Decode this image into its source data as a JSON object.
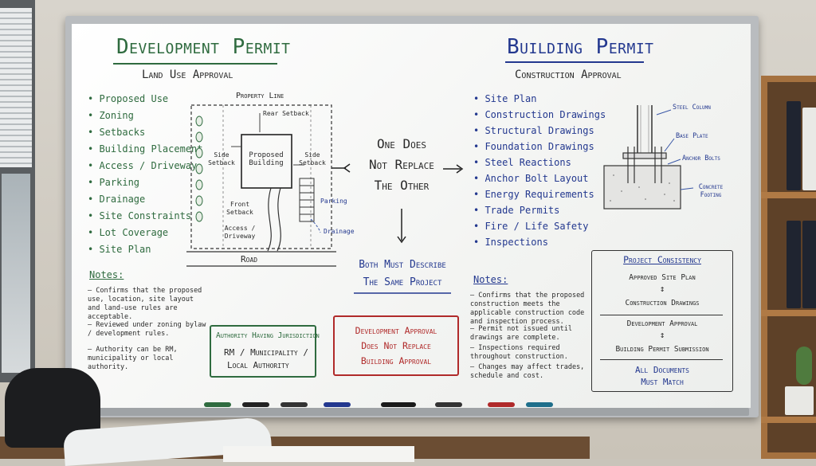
{
  "left": {
    "title": "Development Permit",
    "subtitle": "Land Use Approval",
    "items": [
      "Proposed Use",
      "Zoning",
      "Setbacks",
      "Building Placement",
      "Access / Driveway",
      "Parking",
      "Drainage",
      "Site Constraints",
      "Lot Coverage",
      "Site Plan"
    ],
    "notes_title": "Notes:",
    "notes": [
      "Confirms that the proposed use, location, site layout and land-use rules are acceptable.",
      "Reviewed under zoning bylaw / development rules.",
      "Authority can be RM, municipality or local authority."
    ],
    "site": {
      "property_line": "Property Line",
      "rear": "Rear Setback",
      "side_left": "Side Setback",
      "side_right": "Side Setback",
      "building": "Proposed Building",
      "front": "Front Setback",
      "access": "Access / Driveway",
      "parking": "Parking",
      "drainage": "Drainage",
      "road": "Road"
    },
    "ahj_title": "Authority Having Jurisdiction",
    "ahj_line1": "RM / Municipality /",
    "ahj_line2": "Local Authority"
  },
  "center": {
    "line1": "One Does",
    "line2": "Not Replace",
    "line3": "The Other",
    "both1": "Both Must Describe",
    "both2": "The Same Project",
    "red1": "Development Approval",
    "red2": "Does Not Replace",
    "red3": "Building Approval"
  },
  "right": {
    "title": "Building Permit",
    "subtitle": "Construction Approval",
    "items": [
      "Site Plan",
      "Construction Drawings",
      "Structural Drawings",
      "Foundation Drawings",
      "Steel Reactions",
      "Anchor Bolt Layout",
      "Energy Requirements",
      "Trade Permits",
      "Fire / Life Safety",
      "Inspections"
    ],
    "notes_title": "Notes:",
    "notes": [
      "Confirms that the proposed construction meets the applicable construction code and inspection process.",
      "Permit not issued until drawings are complete.",
      "Inspections required throughout construction.",
      "Changes may affect trades, schedule and cost."
    ],
    "detail": {
      "steel_column": "Steel Column",
      "base_plate": "Base Plate",
      "anchor_bolts": "Anchor Bolts",
      "concrete1": "Concrete",
      "concrete2": "Footing"
    },
    "consistency": {
      "title": "Project Consistency",
      "a": "Approved Site Plan",
      "b": "Construction Drawings",
      "c": "Development Approval",
      "d": "Building Permit Submission",
      "e1": "All Documents",
      "e2": "Must Match"
    }
  },
  "colors": {
    "green": "#2f6b3f",
    "blue": "#23388f",
    "red": "#b02a2a"
  }
}
